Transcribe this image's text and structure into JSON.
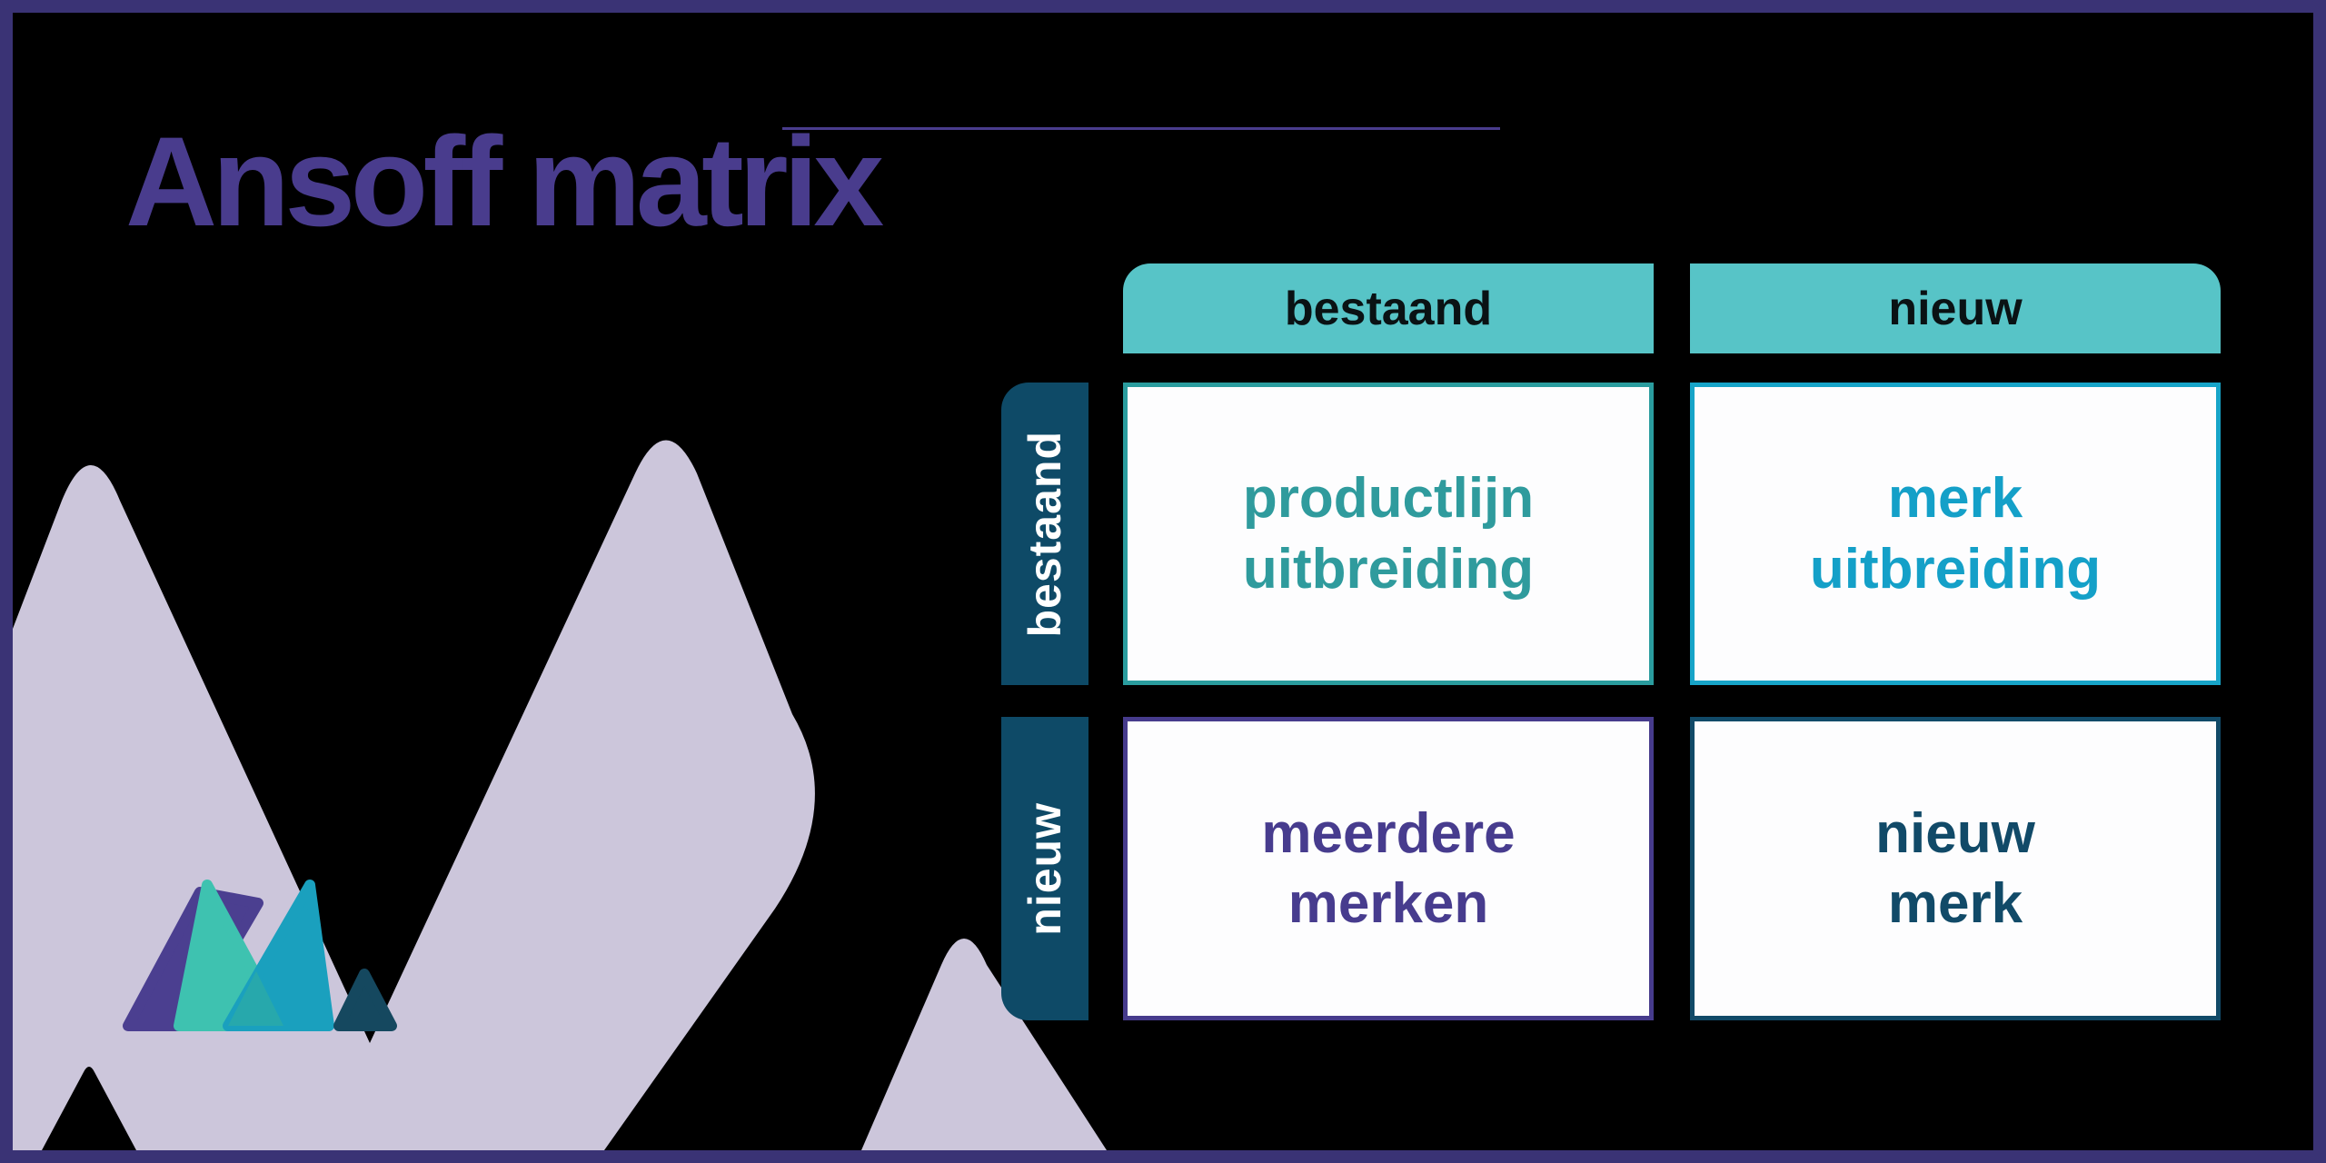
{
  "meta": {
    "background_color": "#000000",
    "frame_border_color": "#3A3375"
  },
  "title": {
    "text": "Ansoff matrix",
    "color": "#493C8D"
  },
  "decor": {
    "accent_line_color": "#493C8D",
    "watermark_color": "#CCC6DB"
  },
  "logo": {
    "colors": {
      "purple": "#4B3F90",
      "green": "#3EC2B0",
      "teal": "#1AA0BE",
      "overlap": "#27A8AC",
      "navy": "#15485F"
    }
  },
  "matrix": {
    "header_bg": "#57C4C7",
    "header_text_color": "#0A1214",
    "row_header_bg": "#0E4A67",
    "row_header_text_color": "#FFFFFF",
    "column_headers": [
      {
        "label": "bestaand"
      },
      {
        "label": "nieuw"
      }
    ],
    "row_headers": [
      {
        "label": "bestaand"
      },
      {
        "label": "nieuw"
      }
    ],
    "cells": [
      {
        "line1": "productlijn",
        "line2": "uitbreiding",
        "text_color": "#2F9B9D",
        "border_color": "#2A9C9E"
      },
      {
        "line1": "merk",
        "line2": "uitbreiding",
        "text_color": "#14A0C8",
        "border_color": "#17A4C8"
      },
      {
        "line1": "meerdere",
        "line2": "merken",
        "text_color": "#473C8E",
        "border_color": "#463B8C"
      },
      {
        "line1": "nieuw",
        "line2": "merk",
        "text_color": "#114A68",
        "border_color": "#114A68"
      }
    ]
  }
}
